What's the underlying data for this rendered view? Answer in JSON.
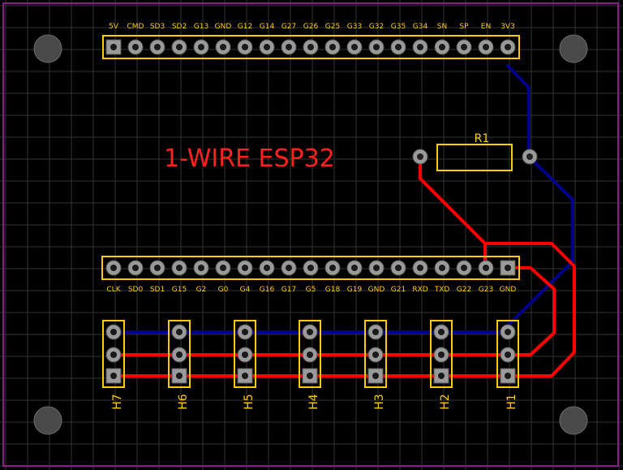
{
  "title": "1-WIRE ESP32",
  "resistor_label": "R1",
  "top_header_pins": [
    "5V",
    "CMD",
    "SD3",
    "SD2",
    "G13",
    "GND",
    "G12",
    "G14",
    "G27",
    "G26",
    "G25",
    "G33",
    "G32",
    "G35",
    "G34",
    "SN",
    "SP",
    "EN",
    "3V3"
  ],
  "bottom_header_pins": [
    "CLK",
    "SD0",
    "SD1",
    "G15",
    "G2",
    "G0",
    "G4",
    "G16",
    "G17",
    "G5",
    "G18",
    "G19",
    "GND",
    "G21",
    "RXD",
    "TXD",
    "G22",
    "G23",
    "GND"
  ],
  "connectors": [
    "H7",
    "H6",
    "H5",
    "H4",
    "H3",
    "H2",
    "H1"
  ],
  "colors": {
    "background": "#000000",
    "grid": "#3a3a3a",
    "outline": "#8c1c8c",
    "silkscreen": "#ffcc00",
    "title": "#ff2020",
    "top_trace": "#ff0000",
    "bottom_trace": "#00008c",
    "pad": "#9a9a9a",
    "mounting_hole": "#4a4a4a"
  }
}
